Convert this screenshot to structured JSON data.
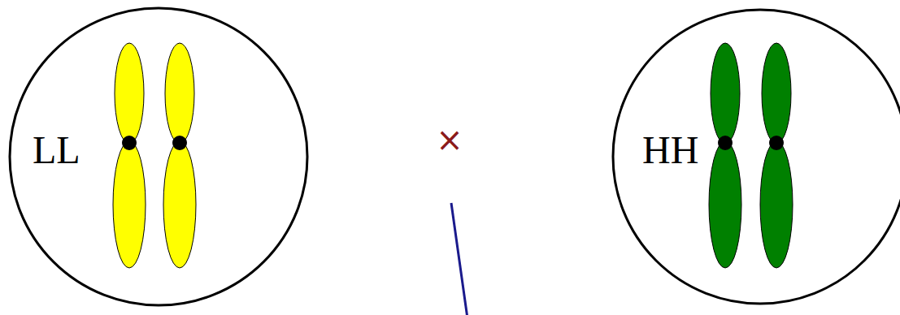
{
  "diagram": {
    "nodes": [
      {
        "text": [
          "LL"
        ]
      },
      {
        "text": [
          "HH"
        ]
      }
    ],
    "labels": [
      "×"
    ]
  }
}
